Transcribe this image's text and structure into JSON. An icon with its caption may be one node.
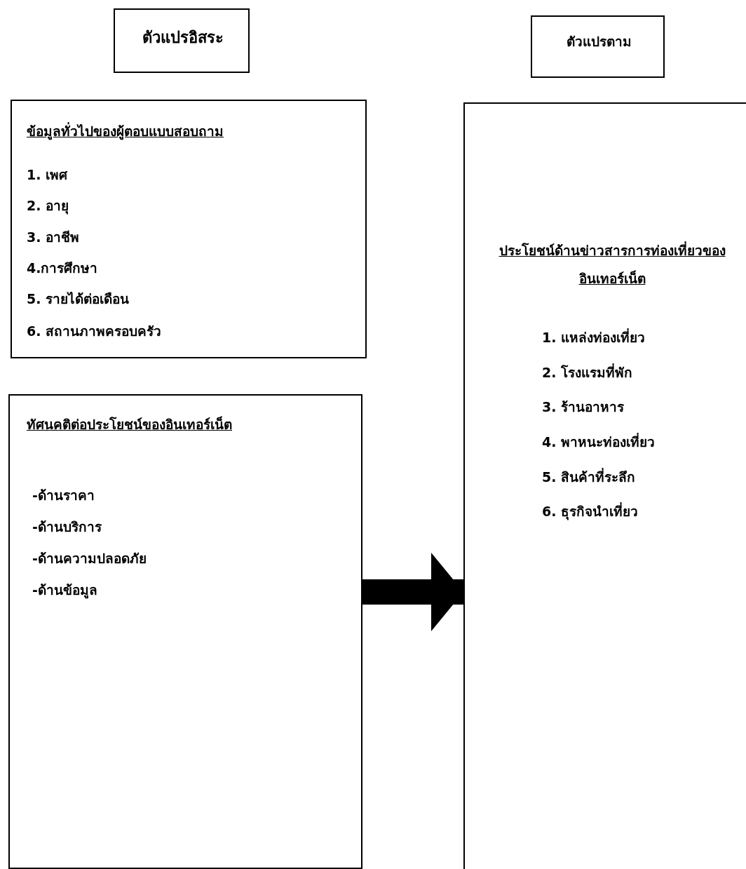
{
  "diagram": {
    "nodes": [
      {
        "text": [
          "ตัวแปรอิสระ"
        ]
      },
      {
        "text": [
          "ตัวแปรตาม"
        ]
      },
      {
        "text": [
          "ข้อมูลทั่วไปของผู้ตอบแบบสอบถาม",
          "1. เพศ",
          "2. อายุ",
          "3. อาชีพ",
          "4.การศึกษา",
          "5. รายได้ต่อเดือน",
          "6. สถานภาพครอบครัว"
        ]
      },
      {
        "text": [
          "ทัศนคติต่อประโยชน์ของอินเทอร์เน็ต",
          "-ด้านราคา",
          "-ด้านบริการ",
          "-ด้านความปลอดภัย",
          "-ด้านข้อมูล"
        ]
      },
      {
        "text": [
          "ประโยชน์ด้านข่าวสารการท่องเที่ยวของอินเทอร์เน็ต",
          "1. แหล่งท่องเที่ยว",
          "2. โรงแรมที่พัก",
          "3. ร้านอาหาร",
          "4. พาหนะท่องเที่ยว",
          "5. สินค้าที่ระลึก",
          "6. ธุรกิจนำเที่ยว"
        ]
      }
    ],
    "edges": [
      {
        "from": 3,
        "to": 4,
        "arrow": "to"
      }
    ]
  }
}
